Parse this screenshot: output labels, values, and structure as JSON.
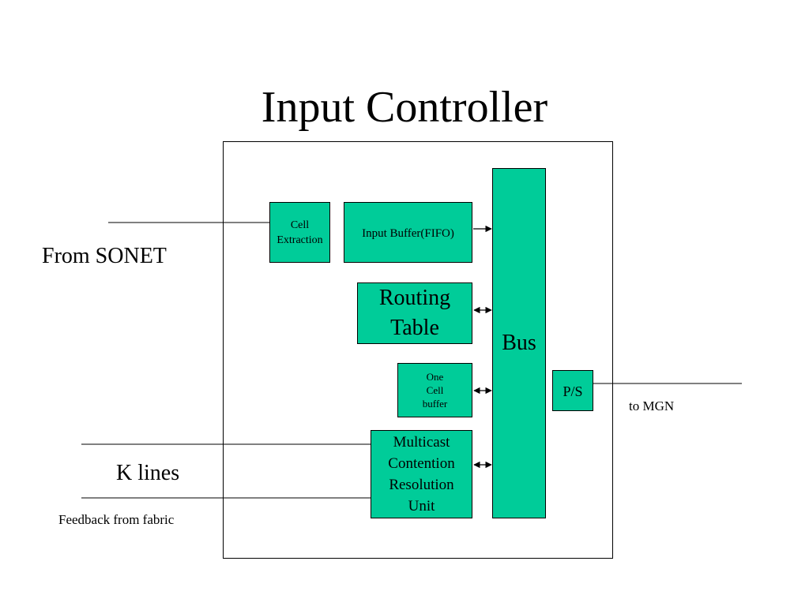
{
  "slide": {
    "title": "Input Controller"
  },
  "colors": {
    "block_fill": "#00CC99",
    "line": "#000000",
    "background": "#FFFFFF"
  },
  "blocks": {
    "cell_extraction": "Cell\nExtraction",
    "input_buffer": "Input Buffer(FIFO)",
    "routing_table": "Routing\nTable",
    "one_cell_buffer": "One\nCell\nbuffer",
    "multicast_unit": "Multicast\nContention\nResolution\nUnit",
    "bus": "Bus",
    "ps": "P/S"
  },
  "labels": {
    "from_sonet": "From SONET",
    "k_lines": "K lines",
    "feedback": "Feedback from fabric",
    "to_mgn": "to MGN"
  }
}
